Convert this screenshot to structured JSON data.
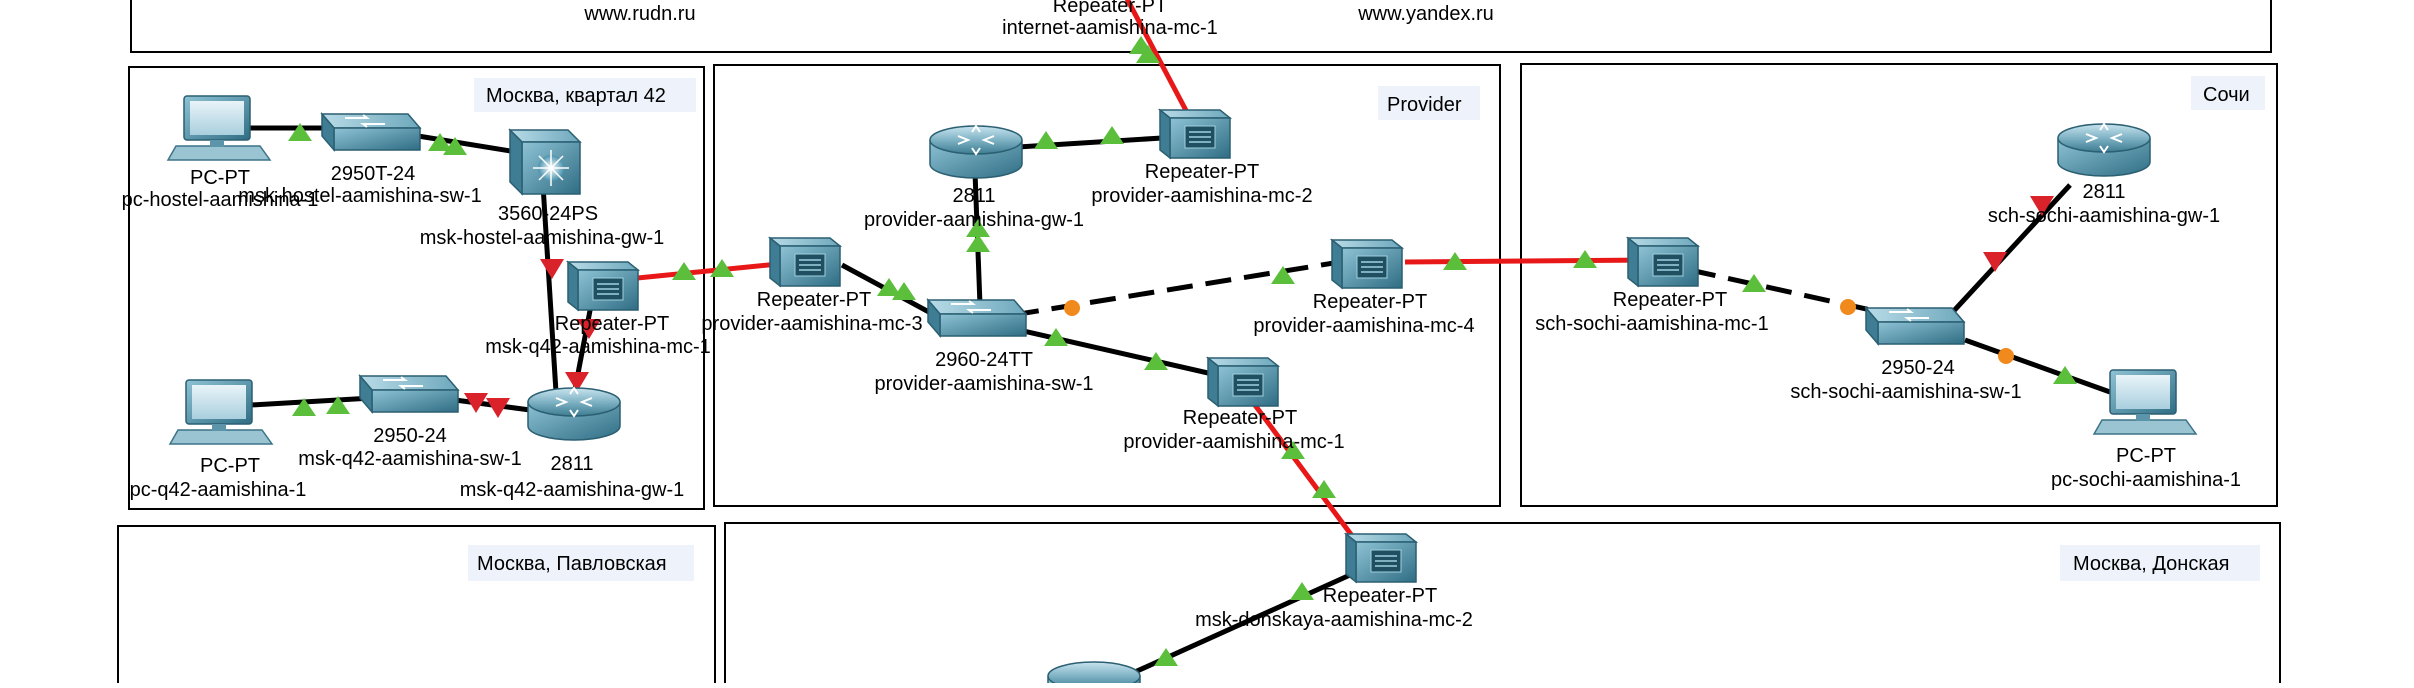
{
  "areas": {
    "top": {
      "label_left": "www.rudn.ru",
      "label_right": "www.yandex.ru"
    },
    "moscow42": {
      "label": "Москва, квартал 42"
    },
    "provider": {
      "label": "Provider"
    },
    "sochi": {
      "label": "Сочи"
    },
    "pavlov": {
      "label": "Москва, Павловская"
    },
    "donskaya": {
      "label": "Москва, Донская"
    }
  },
  "devices": {
    "internet_mc": {
      "type": "Repeater-PT",
      "name": "internet-aamishina-mc-1",
      "icon": "repeater-icon"
    },
    "pc_hostel": {
      "type": "PC-PT",
      "name": "pc-hostel-aamishina-1",
      "icon": "pc-icon"
    },
    "sw_hostel": {
      "type": "2950T-24",
      "name": "msk-hostel-aamishina-sw-1",
      "icon": "switch-icon"
    },
    "gw_hostel": {
      "type": "3560-24PS",
      "name": "msk-hostel-aamishina-gw-1",
      "icon": "multilayer-switch-icon"
    },
    "mc_q42": {
      "type": "Repeater-PT",
      "name": "msk-q42-aamishina-mc-1",
      "icon": "repeater-icon"
    },
    "pc_q42": {
      "type": "PC-PT",
      "name": "pc-q42-aamishina-1",
      "icon": "pc-icon"
    },
    "sw_q42": {
      "type": "2950-24",
      "name": "msk-q42-aamishina-sw-1",
      "icon": "switch-icon"
    },
    "gw_q42": {
      "type": "2811",
      "name": "msk-q42-aamishina-gw-1",
      "icon": "router-icon"
    },
    "gw_provider": {
      "type": "2811",
      "name": "provider-aamishina-gw-1",
      "icon": "router-icon"
    },
    "mc_provider2": {
      "type": "Repeater-PT",
      "name": "provider-aamishina-mc-2",
      "icon": "repeater-icon"
    },
    "mc_provider3": {
      "type": "Repeater-PT",
      "name": "provider-aamishina-mc-3",
      "icon": "repeater-icon"
    },
    "sw_provider": {
      "type": "2960-24TT",
      "name": "provider-aamishina-sw-1",
      "icon": "switch-icon"
    },
    "mc_provider4": {
      "type": "Repeater-PT",
      "name": "provider-aamishina-mc-4",
      "icon": "repeater-icon"
    },
    "mc_provider1": {
      "type": "Repeater-PT",
      "name": "provider-aamishina-mc-1",
      "icon": "repeater-icon"
    },
    "mc_sochi": {
      "type": "Repeater-PT",
      "name": "sch-sochi-aamishina-mc-1",
      "icon": "repeater-icon"
    },
    "gw_sochi": {
      "type": "2811",
      "name": "sch-sochi-aamishina-gw-1",
      "icon": "router-icon"
    },
    "sw_sochi": {
      "type": "2950-24",
      "name": "sch-sochi-aamishina-sw-1",
      "icon": "switch-icon"
    },
    "pc_sochi": {
      "type": "PC-PT",
      "name": "pc-sochi-aamishina-1",
      "icon": "pc-icon"
    },
    "mc_donskaya": {
      "type": "Repeater-PT",
      "name": "msk-donskaya-aamishina-mc-2",
      "icon": "repeater-icon"
    },
    "gw_donskaya": {
      "type": "",
      "name": "",
      "icon": "router-icon"
    }
  },
  "link_colors": {
    "copper": "#000000",
    "fiber": "#e81818",
    "link_up": "#5bbf3c",
    "link_down": "#d9222a",
    "link_pending": "#f08a1c"
  }
}
